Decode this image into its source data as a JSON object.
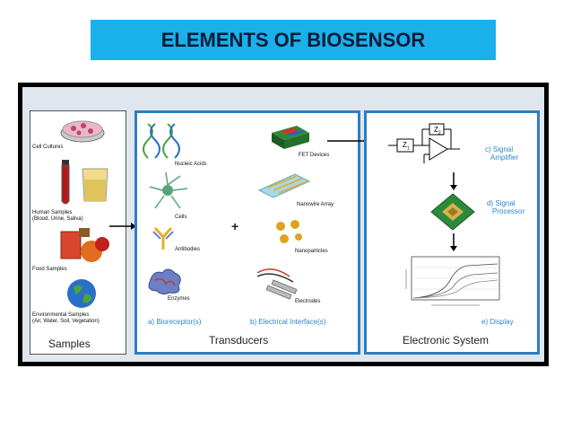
{
  "title": "ELEMENTS OF BIOSENSOR",
  "samples": {
    "cell_cultures": "Cell Cultures",
    "human_samples": "Human Samples",
    "human_samples_sub": "(Blood, Urine, Saliva)",
    "food_samples": "Food Samples",
    "environmental_samples": "Environmental Samples",
    "environmental_samples_sub": "(Air, Water, Soil, Vegetation)",
    "footer": "Samples"
  },
  "transducers": {
    "nucleic_acids": "Nucleic Acids",
    "cells": "Cells",
    "antibodies": "Antibodies",
    "enzymes": "Enzymes",
    "fet_devices": "FET Devices",
    "nanowire_array": "Nanowire Array",
    "nanoparticles": "Nanoparticles",
    "electrodes": "Electrodes",
    "plus": "+",
    "bioreceptor": "a) Bioreceptor(s)",
    "electrical_interface": "b) Electrical Interface(s)",
    "footer": "Transducers"
  },
  "electronic": {
    "z1": "Z",
    "z1_sub": "1",
    "z2": "Z",
    "z2_sub": "2",
    "signal_amplifier_1": "c) Signal",
    "signal_amplifier_2": "Amplifier",
    "signal_processor_1": "d) Signal",
    "signal_processor_2": "Processor",
    "display": "e) Display",
    "footer": "Electronic System"
  },
  "colors": {
    "title_bg": "#1ab0ea",
    "panel_border": "#2b7fc3",
    "label_blue": "#2b86cc"
  }
}
